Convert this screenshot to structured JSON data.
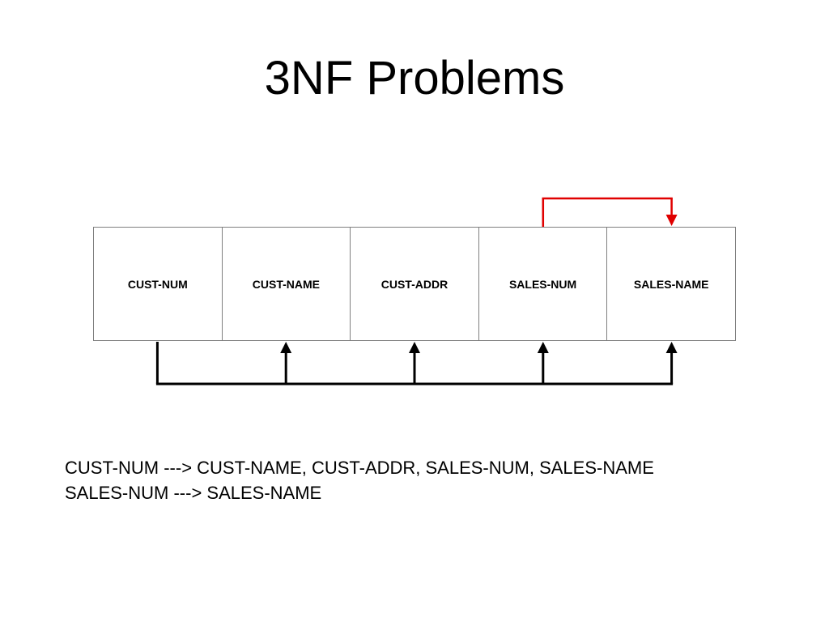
{
  "title": "3NF Problems",
  "attributes": [
    "CUST-NUM",
    "CUST-NAME",
    "CUST-ADDR",
    "SALES-NUM",
    "SALES-NAME"
  ],
  "dependencies": [
    {
      "from": 0,
      "to": [
        1,
        2,
        3,
        4
      ],
      "color": "#000000"
    },
    {
      "from": 3,
      "to": [
        4
      ],
      "color": "#e00000"
    }
  ],
  "functional_dependencies": [
    "CUST-NUM ---> CUST-NAME, CUST-ADDR, SALES-NUM, SALES-NAME",
    "SALES-NUM ---> SALES-NAME"
  ]
}
